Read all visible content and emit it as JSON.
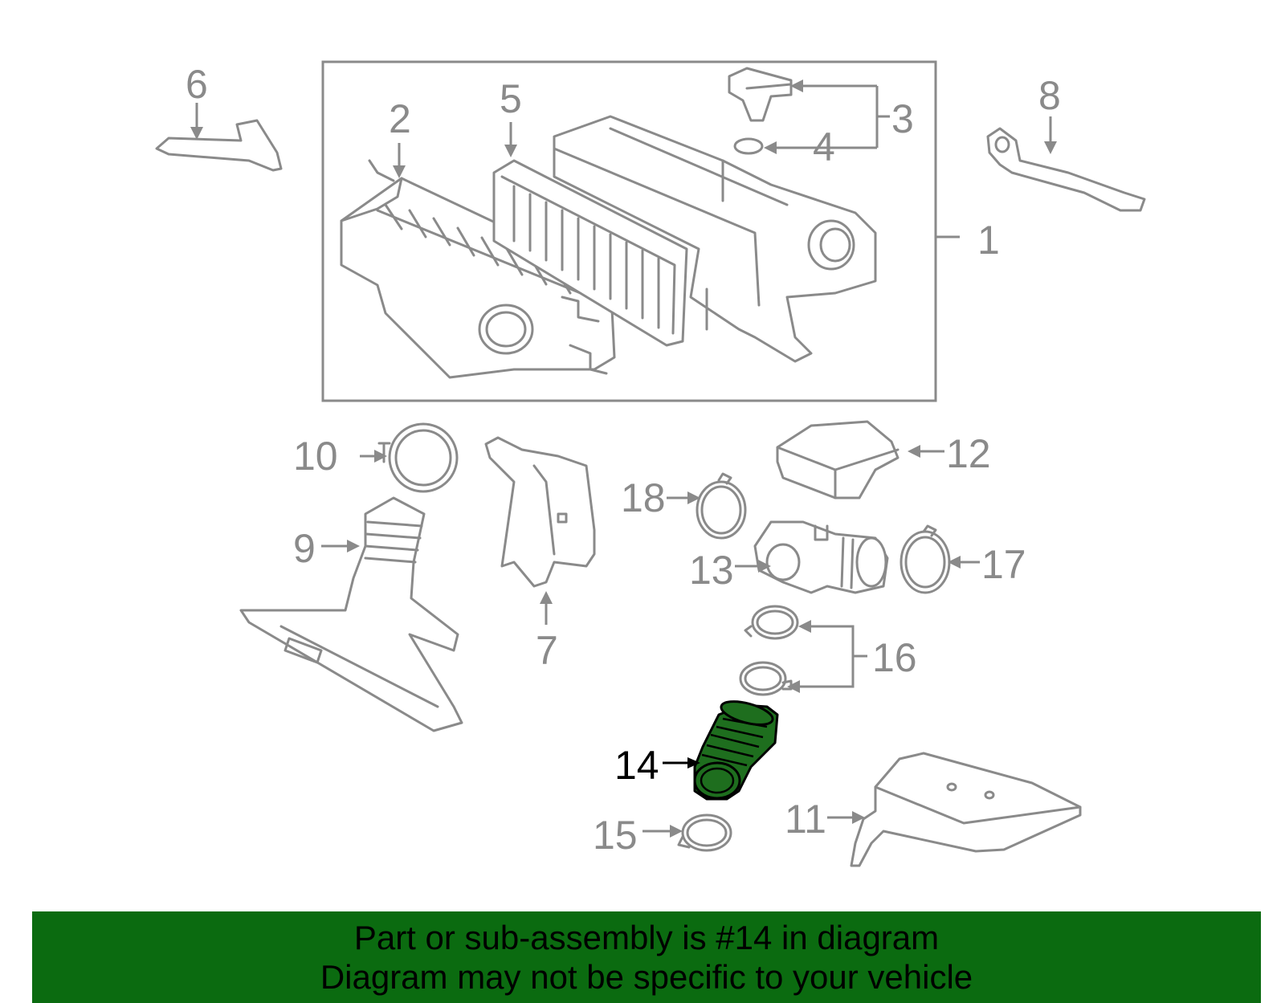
{
  "diagram": {
    "callouts": [
      "1",
      "2",
      "3",
      "4",
      "5",
      "6",
      "7",
      "8",
      "9",
      "10",
      "11",
      "12",
      "13",
      "14",
      "15",
      "16",
      "17",
      "18"
    ],
    "highlighted_callout": "14",
    "colors": {
      "line": "#8a8a8a",
      "highlight_fill": "#1e6e1e",
      "banner": "#0b6b10"
    }
  },
  "banner": {
    "line1": "Part or sub-assembly is #14 in diagram",
    "line2": "Diagram may not be specific to your vehicle"
  }
}
